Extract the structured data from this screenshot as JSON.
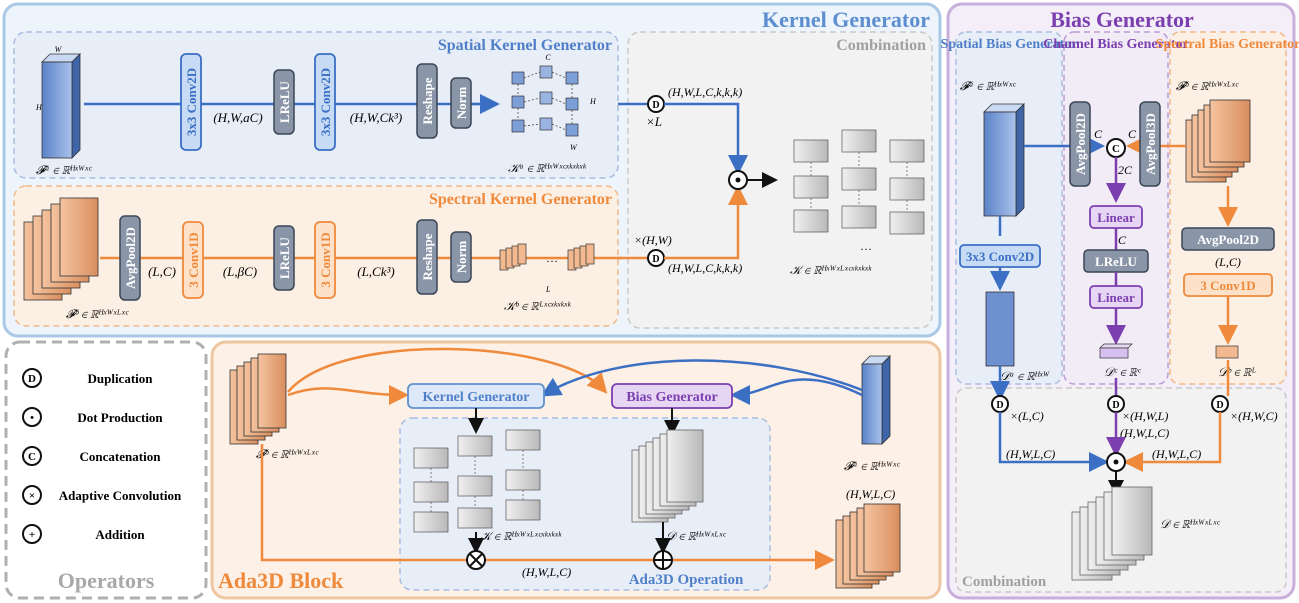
{
  "kernel_generator": {
    "title": "Kernel Generator",
    "spatial": {
      "title": "Spatial Kernel Generator",
      "input": "𝓕ᵃ ∈ ℝᴴˣᵂˣᶜ",
      "conv1": "3x3 Conv2D",
      "dim1": "(H,W,aC)",
      "lrelu": "LReLU",
      "conv2": "3x3 Conv2D",
      "dim2": "(H,W,Ck³)",
      "reshape": "Reshape",
      "norm": "Norm",
      "output": "𝒦ᵃ ∈ ℝᴴˣᵂˣᶜˣᵏˣᵏˣᵏ"
    },
    "spectral": {
      "title": "Spectral Kernel Generator",
      "input": "𝓕ᵇ ∈ ℝᴴˣᵂˣᴸˣᶜ",
      "pool": "AvgPool2D",
      "dim1": "(L,C)",
      "conv1": "3 Conv1D",
      "dim2": "(L,βC)",
      "lrelu": "LReLU",
      "conv2": "3 Conv1D",
      "dim3": "(L,Ck³)",
      "reshape": "Reshape",
      "norm": "Norm",
      "output": "𝒦ᵇ ∈ ℝᴸˣᶜˣᵏˣᵏˣᵏ"
    },
    "combination": {
      "title": "Combination",
      "dup_top_label": "(H,W,L,C,k,k,k)",
      "dup_top_times": "×L",
      "dup_bottom_times": "×(H,W)",
      "dup_bottom_label": "(H,W,L,C,k,k,k)",
      "output": "𝒦 ∈ ℝᴴˣᵂˣᴸˣᶜˣᵏˣᵏˣᵏ"
    }
  },
  "bias_generator": {
    "title": "Bias Generator",
    "spatial_title": "Spatial Bias Generator",
    "channel_title": "Channel Bias Generator",
    "spectral_title": "Spectral Bias Generator",
    "fa": "𝓕ᵃ ∈ ℝᴴˣᵂˣᶜ",
    "fb": "𝓕ᵇ ∈ ℝᴴˣᵂˣᴸˣᶜ",
    "avgpool_left": "AvgPool2D",
    "avgpool_right": "AvgPool3D",
    "c_left": "C",
    "c_right": "C",
    "two_c": "2C",
    "linear1": "Linear",
    "c_mid": "C",
    "lrelu": "LReLU",
    "linear2": "Linear",
    "conv_spatial": "3x3 Conv2D",
    "avgpool2d": "AvgPool2D",
    "lc": "(L,C)",
    "conv1d": "3 Conv1D",
    "da": "𝒟ᵃ ∈ ℝᴴˣᵂ",
    "dc": "𝒟ᶜ ∈ ℝᶜ",
    "db": "𝒟ᵇ ∈ ℝᴸ",
    "dup1": "×(L,C)",
    "dup2": "×(H,W,L)",
    "dup3": "×(H,W,C)",
    "hwlc1": "(H,W,L,C)",
    "hwlc2": "(H,W,L,C)",
    "hwlc3": "(H,W,L,C)",
    "output": "𝒟 ∈ ℝᴴˣᵂˣᴸˣᶜ",
    "combination": "Combination"
  },
  "operators": {
    "title": "Operators",
    "items": [
      {
        "symbol": "D",
        "label": "Duplication"
      },
      {
        "symbol": "•",
        "label": "Dot Production"
      },
      {
        "symbol": "C",
        "label": "Concatenation"
      },
      {
        "symbol": "×",
        "label": "Adaptive Convolution"
      },
      {
        "symbol": "+",
        "label": "Addition"
      }
    ]
  },
  "ada3d": {
    "title": "Ada3D Block",
    "kernel_gen": "Kernel Generator",
    "bias_gen": "Bias Generator",
    "fb": "𝓕ᵇ ∈ ℝᴴˣᵂˣᴸˣᶜ",
    "fa": "𝓕ᵃ ∈ ℝᴴˣᵂˣᶜ",
    "k": "𝒦 ∈ ℝᴴˣᵂˣᴸˣᶜˣᵏˣᵏˣᵏ",
    "d": "𝒟 ∈ ℝᴴˣᵂˣᴸˣᶜ",
    "hwlc": "(H,W,L,C)",
    "out_dim": "(H,W,L,C)",
    "operation": "Ada3D Operation"
  }
}
